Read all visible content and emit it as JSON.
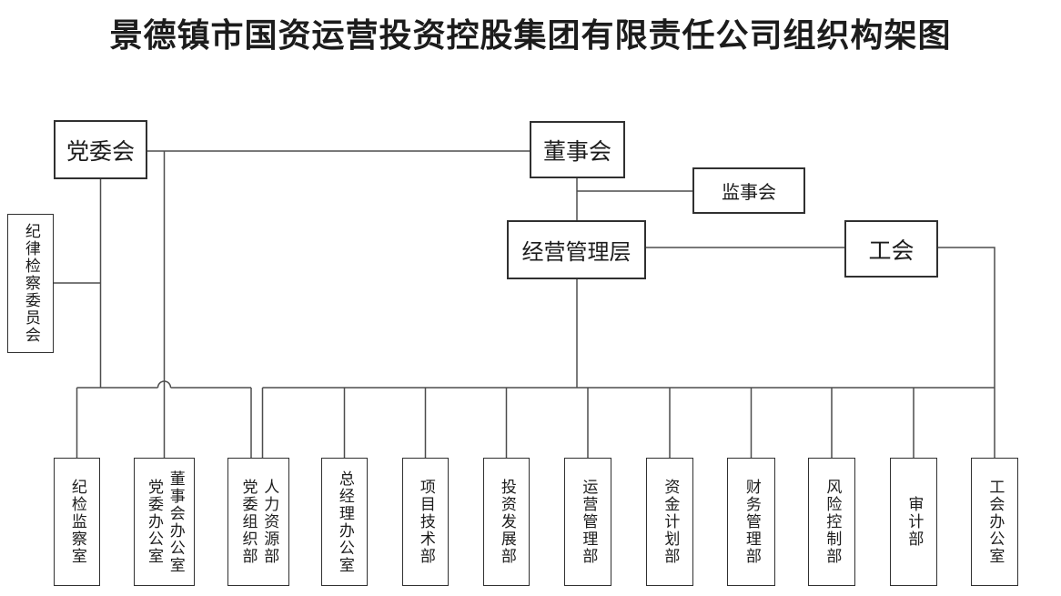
{
  "title": "景德镇市国资运营投资控股集团有限责任公司组织构架图",
  "colors": {
    "background": "#ffffff",
    "text": "#1c1c1c",
    "box_border": "#303030",
    "line": "#4d4d4d"
  },
  "nodes": {
    "party_committee": {
      "label": "党委会"
    },
    "board_of_directors": {
      "label": "董事会"
    },
    "supervisory_board": {
      "label": "监事会"
    },
    "management_level": {
      "label": "经营管理层"
    },
    "labor_union": {
      "label": "工会"
    },
    "discipline_inspection_committee": {
      "label": "纪律检察委员会"
    }
  },
  "departments": [
    {
      "columns": [
        "纪检监察室"
      ]
    },
    {
      "columns": [
        "党委办公室",
        "董事会办公室"
      ]
    },
    {
      "columns": [
        "党委组织部",
        "人力资源部"
      ]
    },
    {
      "columns": [
        "总经理办公室"
      ]
    },
    {
      "columns": [
        "项目技术部"
      ]
    },
    {
      "columns": [
        "投资发展部"
      ]
    },
    {
      "columns": [
        "运营管理部"
      ]
    },
    {
      "columns": [
        "资金计划部"
      ]
    },
    {
      "columns": [
        "财务管理部"
      ]
    },
    {
      "columns": [
        "风险控制部"
      ]
    },
    {
      "columns": [
        "审计部"
      ]
    },
    {
      "columns": [
        "工会办公室"
      ]
    }
  ]
}
